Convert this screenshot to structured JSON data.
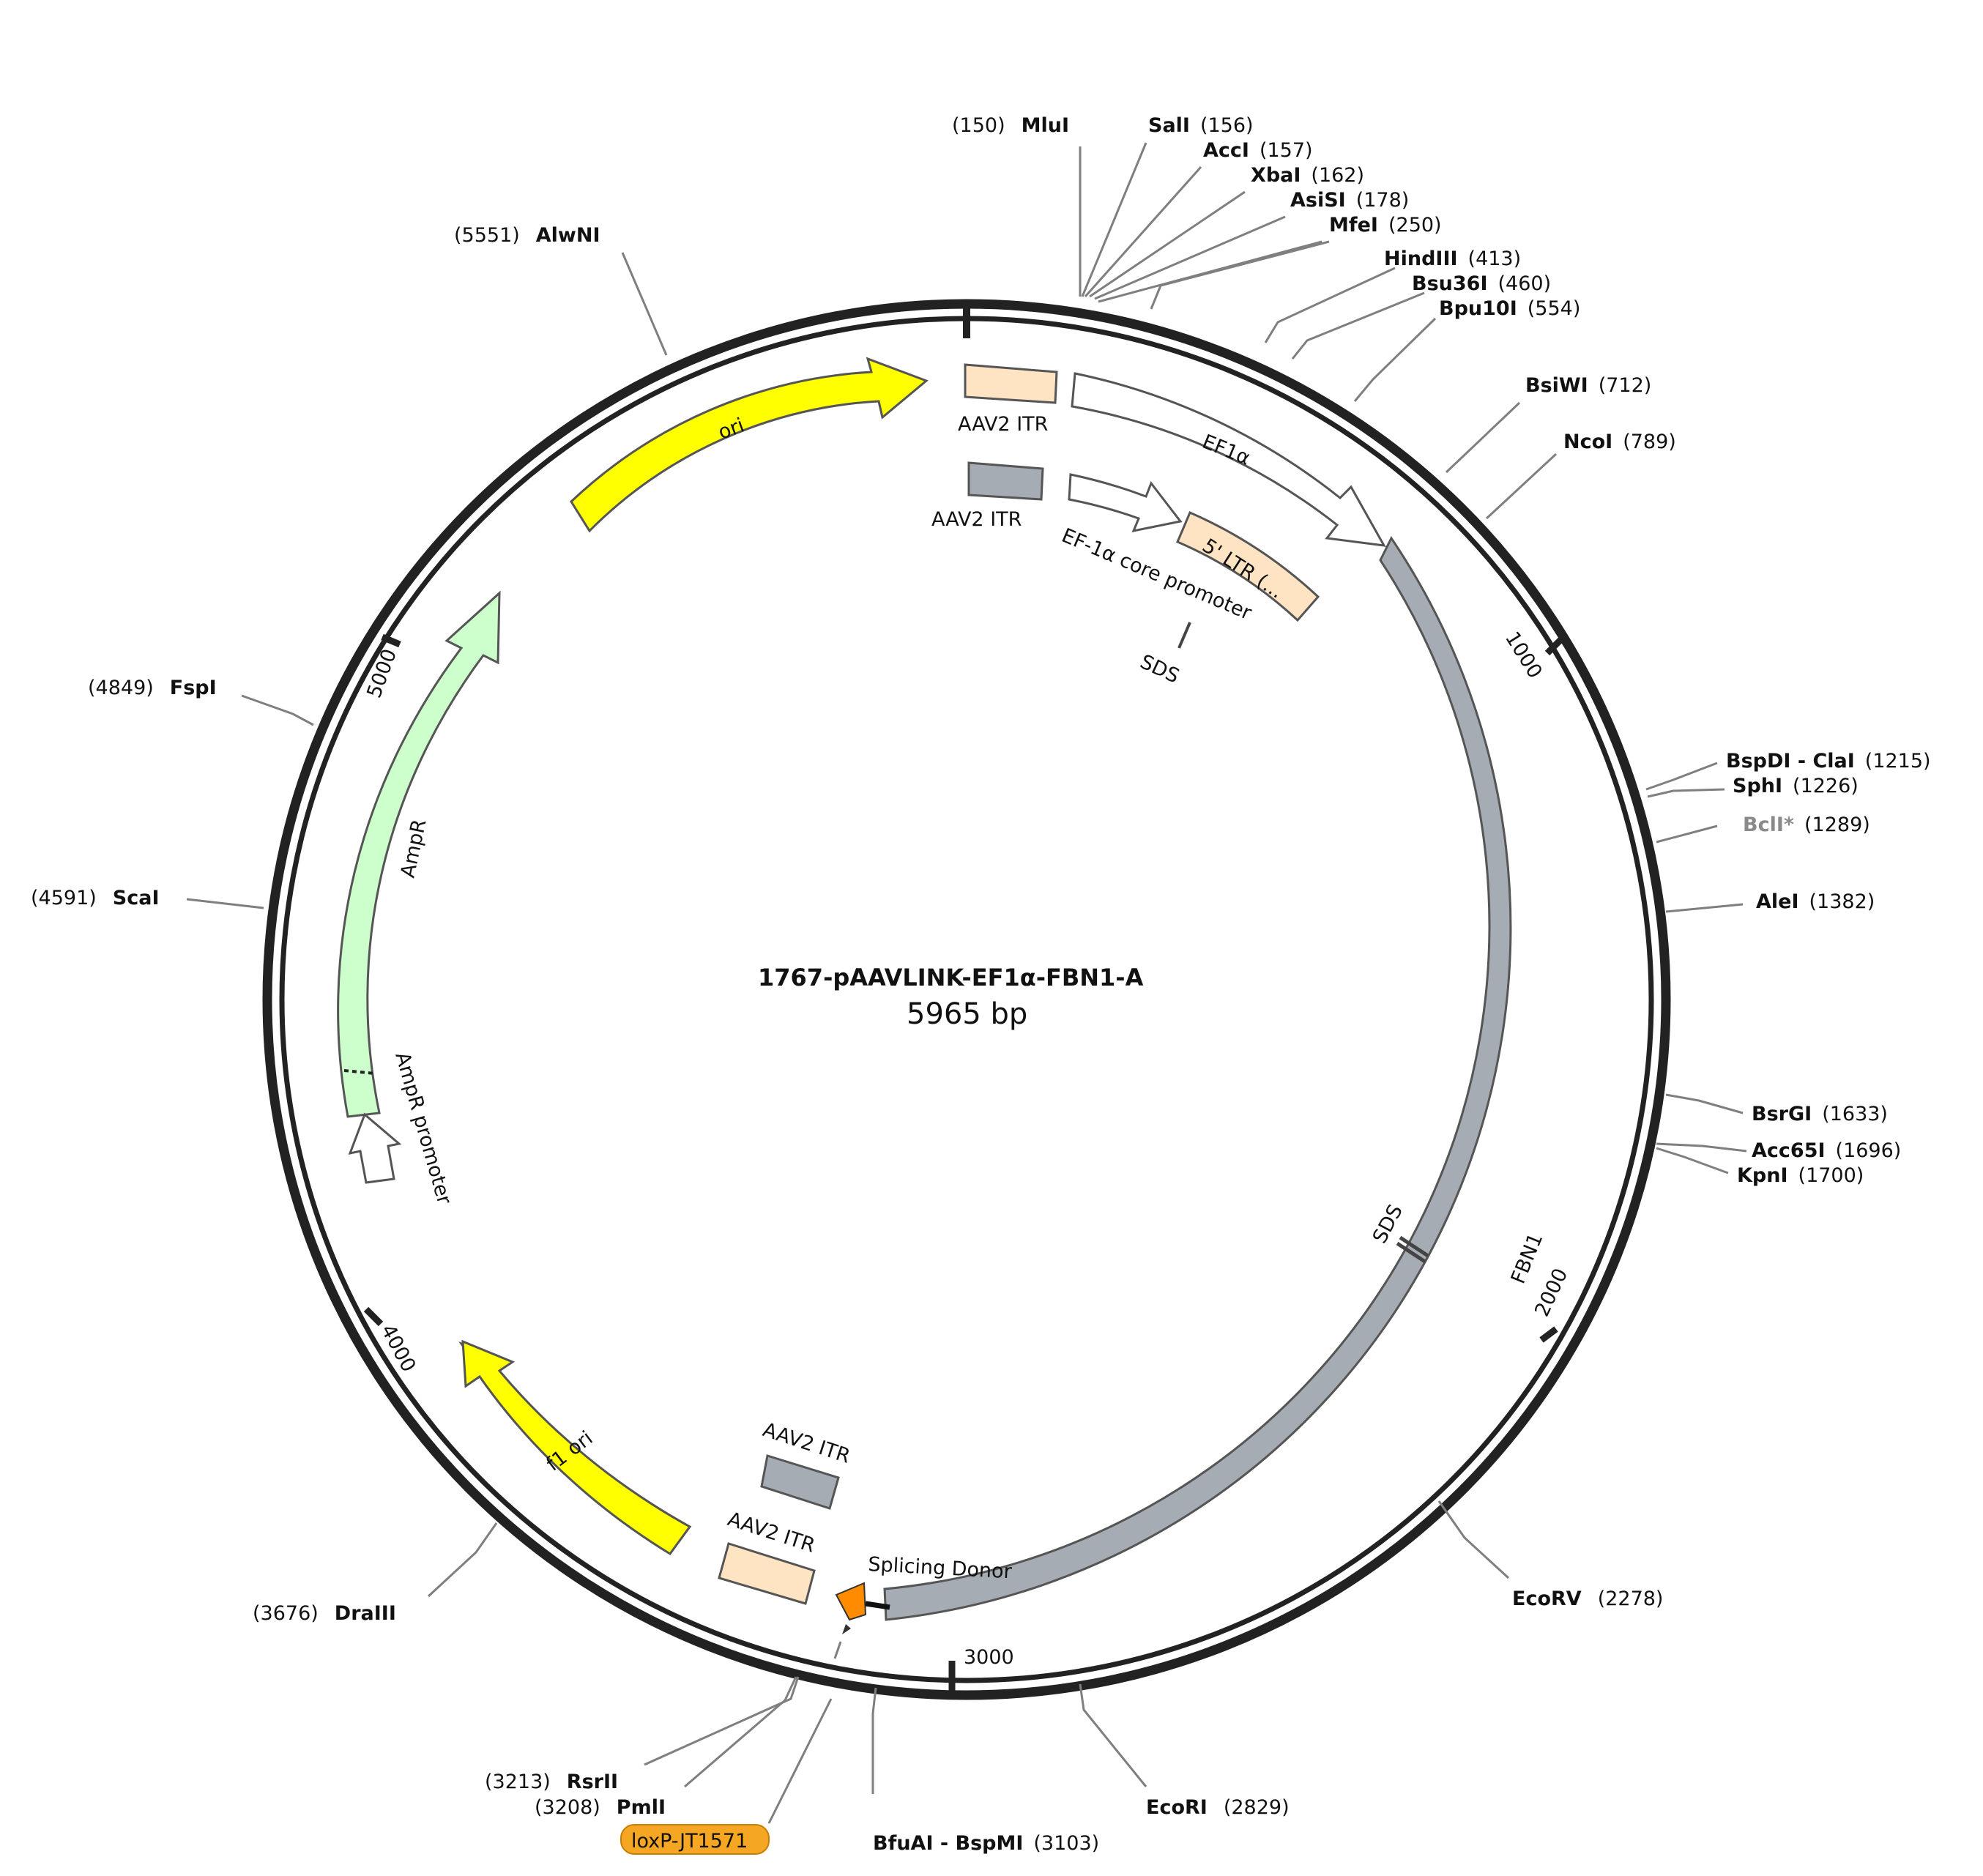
{
  "plasmid": {
    "name": "1767-pAAVLINK-EF1α-FBN1-A",
    "size_label": "5965 bp",
    "length": 5965
  },
  "ticks": [
    "1000",
    "2000",
    "3000",
    "4000",
    "5000"
  ],
  "enzymes": [
    {
      "name": "MluI",
      "pos": "(150)"
    },
    {
      "name": "SalI",
      "pos": "(156)"
    },
    {
      "name": "AccI",
      "pos": "(157)"
    },
    {
      "name": "XbaI",
      "pos": "(162)"
    },
    {
      "name": "AsiSI",
      "pos": "(178)"
    },
    {
      "name": "MfeI",
      "pos": "(250)"
    },
    {
      "name": "HindIII",
      "pos": "(413)"
    },
    {
      "name": "Bsu36I",
      "pos": "(460)"
    },
    {
      "name": "Bpu10I",
      "pos": "(554)"
    },
    {
      "name": "BsiWI",
      "pos": "(712)"
    },
    {
      "name": "NcoI",
      "pos": "(789)"
    },
    {
      "name": "BspDI - ClaI",
      "pos": "(1215)"
    },
    {
      "name": "SphI",
      "pos": "(1226)"
    },
    {
      "name": "BclI*",
      "pos": "(1289)"
    },
    {
      "name": "AleI",
      "pos": "(1382)"
    },
    {
      "name": "BsrGI",
      "pos": "(1633)"
    },
    {
      "name": "Acc65I",
      "pos": "(1696)"
    },
    {
      "name": "KpnI",
      "pos": "(1700)"
    },
    {
      "name": "EcoRV",
      "pos": "(2278)"
    },
    {
      "name": "EcoRI",
      "pos": "(2829)"
    },
    {
      "name": "BfuAI - BspMI",
      "pos": "(3103)"
    },
    {
      "name": "PmlI",
      "pos": "(3208)"
    },
    {
      "name": "RsrII",
      "pos": "(3213)"
    },
    {
      "name": "DraIII",
      "pos": "(3676)"
    },
    {
      "name": "ScaI",
      "pos": "(4591)"
    },
    {
      "name": "FspI",
      "pos": "(4849)"
    },
    {
      "name": "AlwNI",
      "pos": "(5551)"
    }
  ],
  "features": {
    "ori": "ori",
    "aav2_itr_outer_top": "AAV2 ITR",
    "ef1a": "EF1α",
    "aav2_itr_inner_top": "AAV2 ITR",
    "ef1a_core": "EF-1α core promoter",
    "ltr": "5' LTR (...",
    "sds_top": "SDS",
    "fbn1": "FBN1",
    "sds_right": "SDS",
    "splicing_donor": "Splicing Donor",
    "aav2_itr_inner_bottom": "AAV2 ITR",
    "aav2_itr_outer_bottom": "AAV2 ITR",
    "f1ori": "f1 ori",
    "ampr": "AmpR",
    "ampr_promoter": "AmpR promoter",
    "loxp": "loxP-JT1571"
  },
  "colors": {
    "ori": "#ffff00",
    "ampr": "#ccffcc",
    "fbn1": "#a5acb3",
    "itr_peach": "#ffe4c4",
    "itr_grey": "#a5acb3",
    "ltr": "#ffe4c4",
    "promoter": "#ffffff",
    "loxp": "#f5a623",
    "splicing": "#ff8c00",
    "backbone": "#222222"
  }
}
